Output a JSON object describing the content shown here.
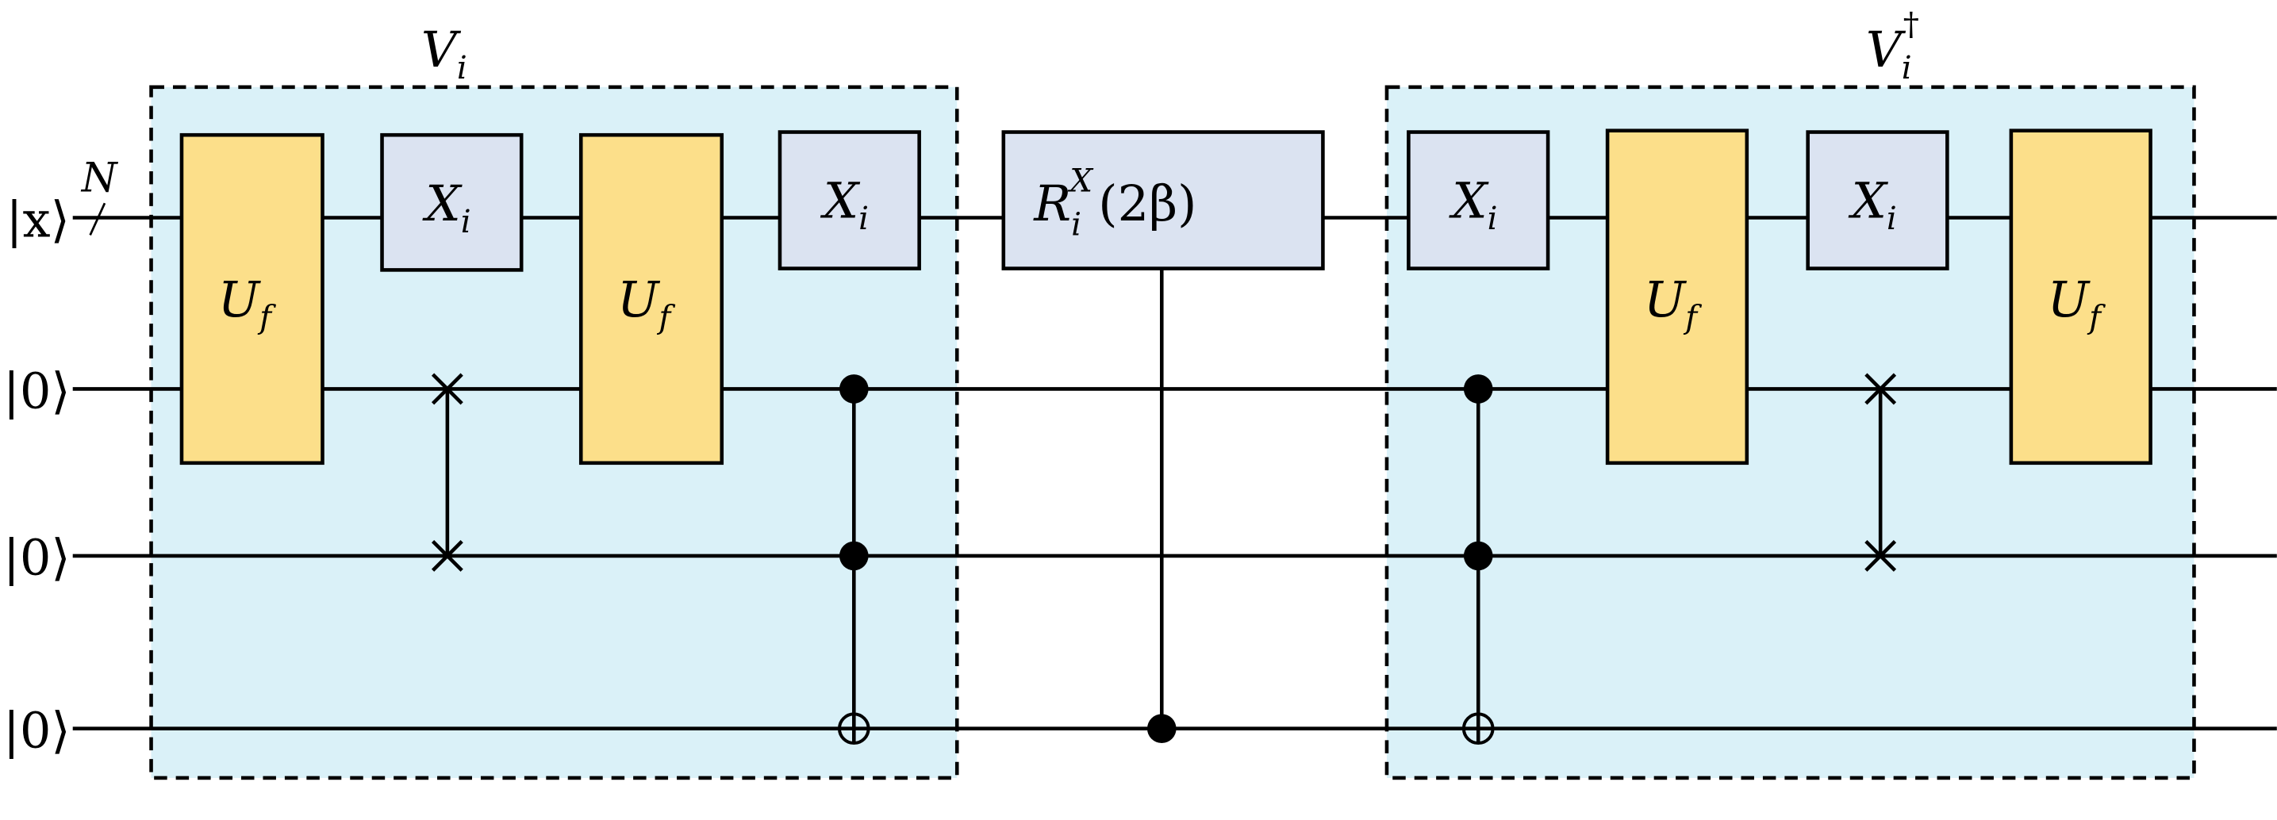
{
  "inputs": [
    "|x⟩",
    "|0⟩",
    "|0⟩",
    "|0⟩"
  ],
  "register_size": "N",
  "blocks": [
    {
      "label": "V",
      "sub": "i",
      "sup": ""
    },
    {
      "label": "V",
      "sub": "i",
      "sup": "†"
    }
  ],
  "gates": {
    "uf": {
      "label": "U",
      "sub": "f"
    },
    "x": {
      "label": "X",
      "sub": "i"
    },
    "rotation": {
      "label": "R",
      "sub": "i",
      "sup": "X",
      "arg": "(2β)"
    }
  },
  "colors": {
    "block_fill": "#daf1f8",
    "uf_fill": "#fcdf8a",
    "gate_fill": "#dbe3f1",
    "line": "#000000"
  }
}
